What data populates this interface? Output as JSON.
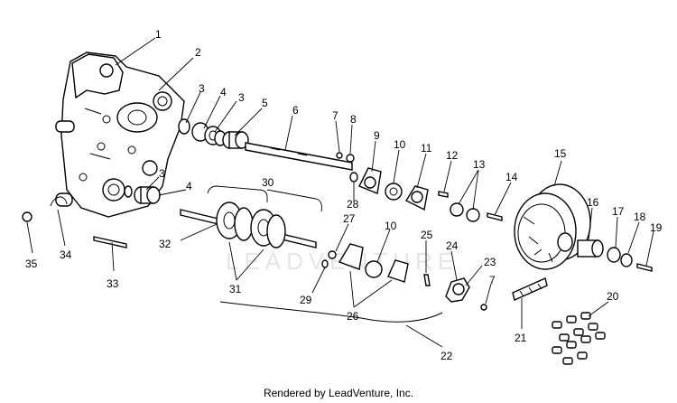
{
  "watermark": "LEADVENTURE",
  "footer": "Rendered by LeadVenture, Inc.",
  "callouts": [
    "1",
    "2",
    "3",
    "4",
    "3",
    "5",
    "6",
    "7",
    "8",
    "9",
    "10",
    "11",
    "12",
    "13",
    "14",
    "15",
    "16",
    "17",
    "18",
    "19",
    "3",
    "4",
    "30",
    "28",
    "27",
    "10",
    "25",
    "24",
    "23",
    "7",
    "32",
    "31",
    "29",
    "26",
    "35",
    "34",
    "33",
    "22",
    "21",
    "20"
  ]
}
